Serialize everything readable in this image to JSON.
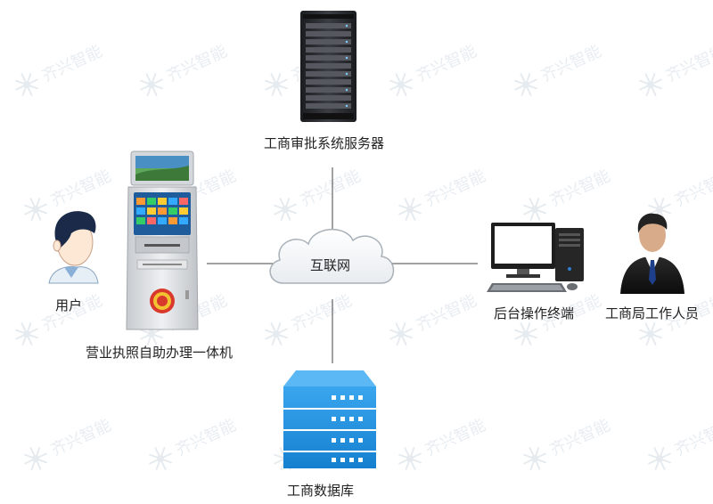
{
  "nodes": {
    "server_label": "工商审批系统服务器",
    "user_label": "用户",
    "kiosk_label": "营业执照自助办理一体机",
    "internet_label": "互联网",
    "terminal_label": "后台操作终端",
    "staff_label": "工商局工作人员",
    "database_label": "工商数据库"
  },
  "watermark": {
    "brand": "齐兴智能"
  },
  "colors": {
    "line": "#444444",
    "database_blue": "#1e8fe0",
    "server_dark": "#2a2c30",
    "kiosk_body": "#d9dde0",
    "cloud_stroke": "#a8b0b8",
    "watermark": "#e8edf2"
  }
}
